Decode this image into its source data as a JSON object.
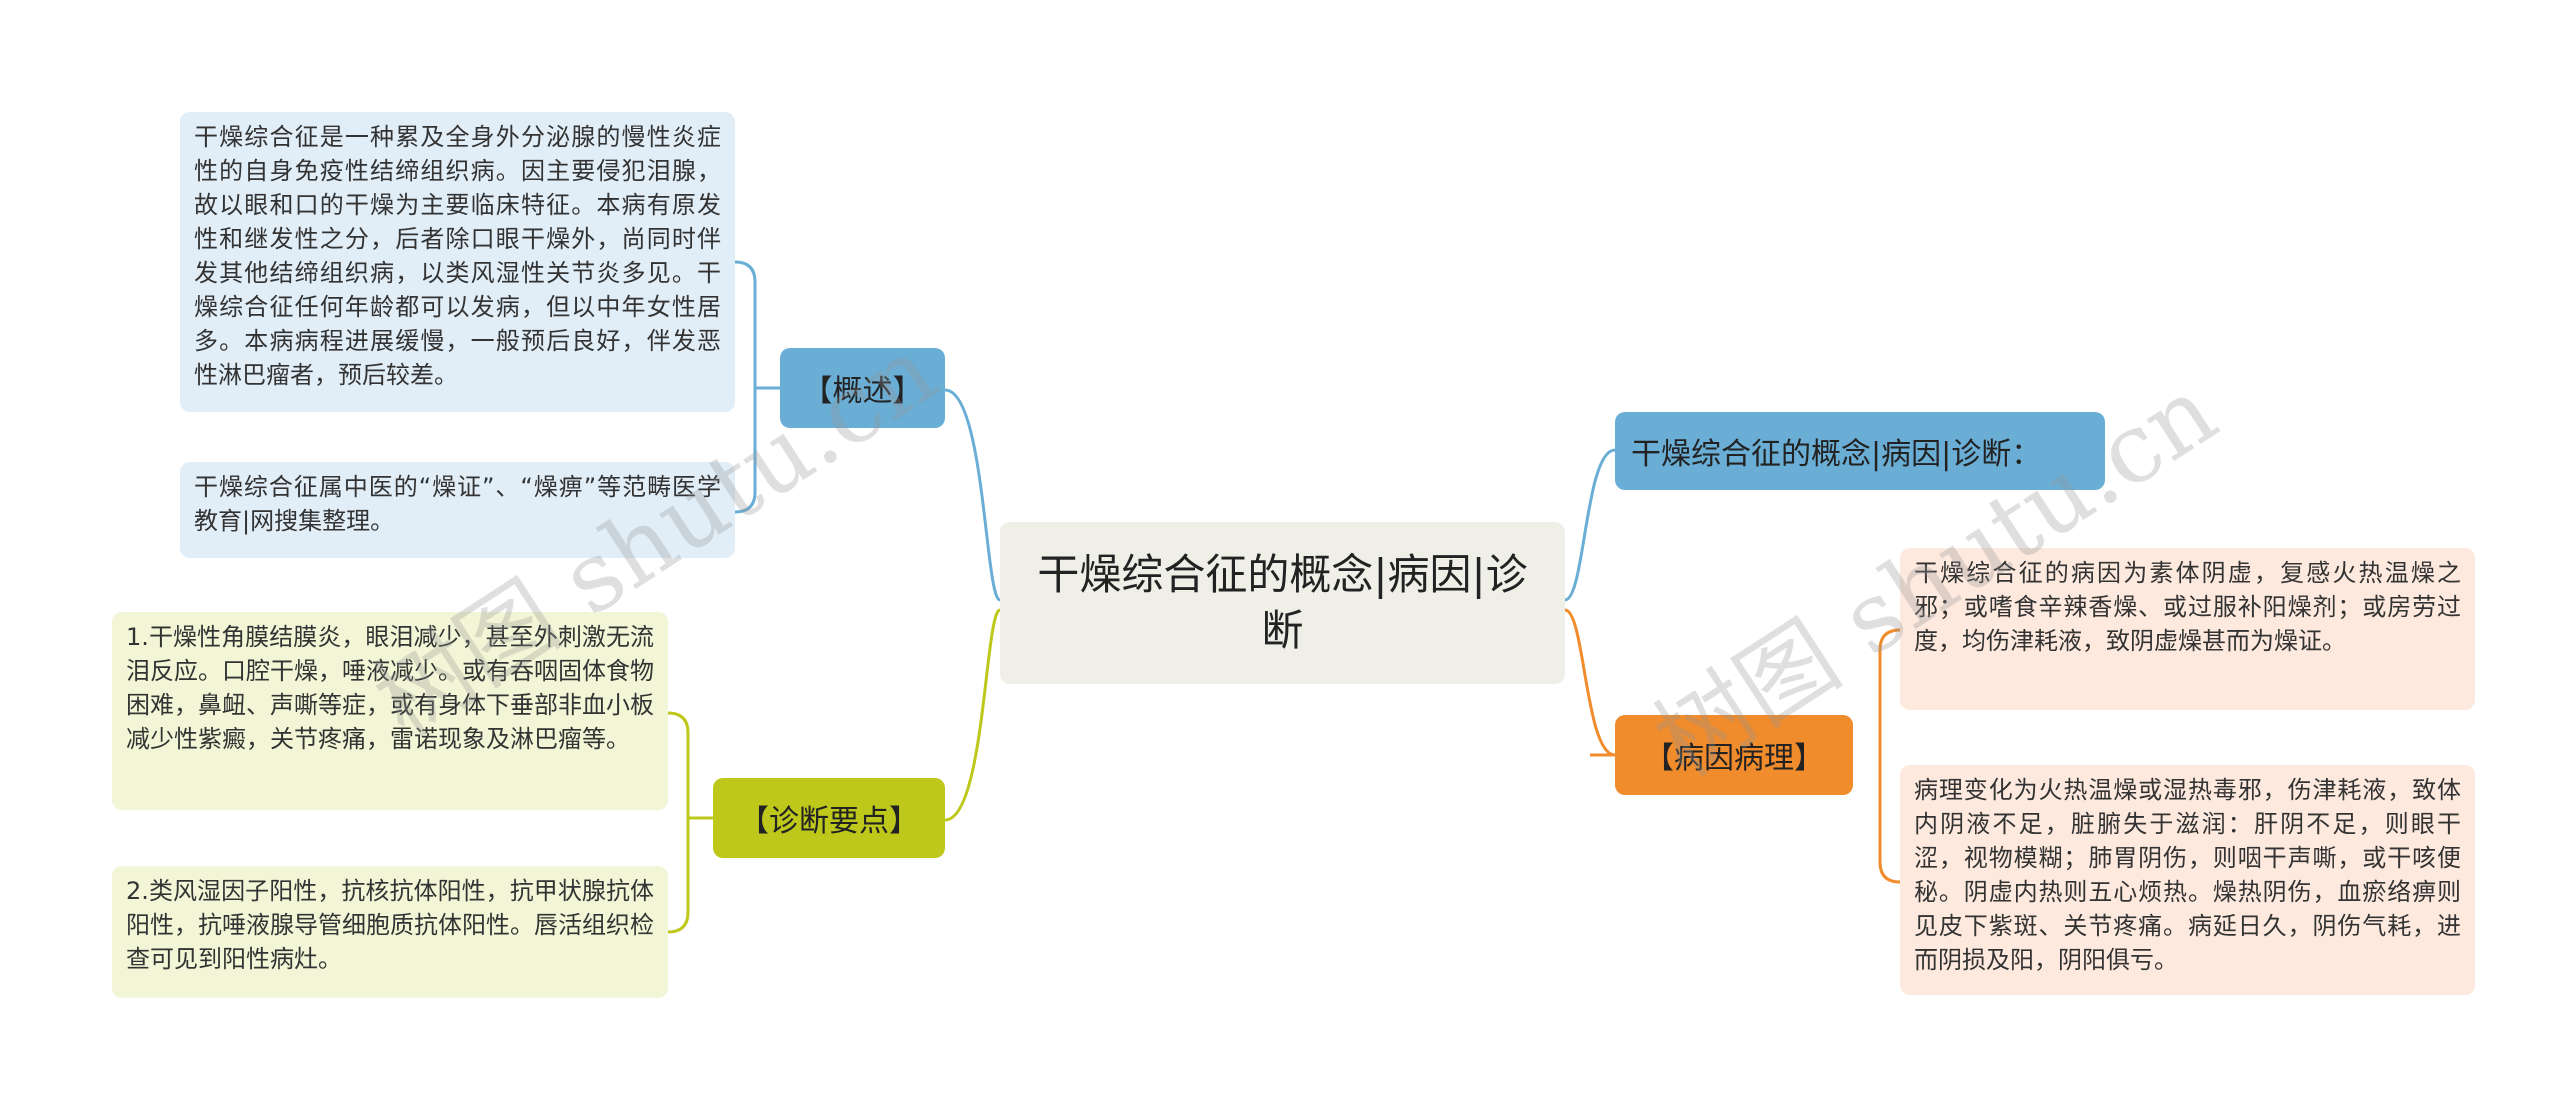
{
  "root": {
    "title": "干燥综合征的概念|病因|诊断"
  },
  "branches": {
    "overview": {
      "label": "【概述】",
      "items": [
        "干燥综合征是一种累及全身外分泌腺的慢性炎症性的自身免疫性结缔组织病。因主要侵犯泪腺，故以眼和口的干燥为主要临床特征。本病有原发性和继发性之分，后者除口眼干燥外，尚同时伴发其他结缔组织病，以类风湿性关节炎多见。干燥综合征任何年龄都可以发病，但以中年女性居多。本病病程进展缓慢，一般预后良好，伴发恶性淋巴瘤者，预后较差。",
        "干燥综合征属中医的“燥证”、“燥痹”等范畴医学教育|网搜集整理。"
      ]
    },
    "diagnosis": {
      "label": "【诊断要点】",
      "items": [
        "1.干燥性角膜结膜炎，眼泪减少，甚至外刺激无流泪反应。口腔干燥，唾液减少。或有吞咽固体食物困难，鼻衄、声嘶等症，或有身体下垂部非血小板减少性紫癜，关节疼痛，雷诺现象及淋巴瘤等。",
        "2.类风湿因子阳性，抗核抗体阳性，抗甲状腺抗体阳性，抗唾液腺导管细胞质抗体阳性。唇活组织检查可见到阳性病灶。"
      ]
    },
    "heading": {
      "label": "干燥综合征的概念|病因|诊断："
    },
    "etiology": {
      "label": "【病因病理】",
      "items": [
        "干燥综合征的病因为素体阴虚，复感火热温燥之邪；或嗜食辛辣香燥、或过服补阳燥剂；或房劳过度，均伤津耗液，致阴虚燥甚而为燥证。",
        "病理变化为火热温燥或湿热毒邪，伤津耗液，致体内阴液不足，脏腑失于滋润：肝阴不足，则眼干涩，视物模糊；肺胃阴伤，则咽干声嘶，或干咳便秘。阴虚内热则五心烦热。燥热阴伤，血瘀络痹则见皮下紫斑、关节疼痛。病延日久，阴伤气耗，进而阴损及阳，阴阳俱亏。"
      ]
    }
  },
  "watermark": [
    "树图 shutu.cn",
    "树图 shutu.cn"
  ],
  "colors": {
    "blue": "#6aaed6",
    "green": "#bdc81b",
    "orange": "#f08c2c",
    "root_bg": "#efefe7"
  }
}
